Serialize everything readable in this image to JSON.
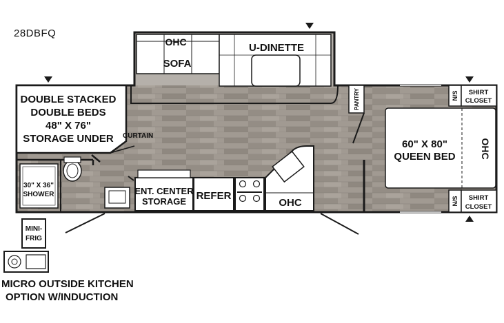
{
  "model": "28DBFQ",
  "labels": {
    "ohc_top": "OHC",
    "sofa": "SOFA",
    "u_dinette": "U-DINETTE",
    "bunk_1": "DOUBLE STACKED",
    "bunk_2": "DOUBLE BEDS",
    "bunk_3": "48\" X 76\"",
    "bunk_4": "STORAGE UNDER",
    "curtain": "CURTAIN",
    "shower_1": "30\" X 36\"",
    "shower_2": "SHOWER",
    "ent_1": "ENT. CENTER",
    "ent_2": "STORAGE",
    "refer": "REFER",
    "ohc_kitchen": "OHC",
    "pantry": "PANTRY",
    "ns_top": "N/S",
    "ns_bottom": "N/S",
    "shirt_top_1": "SHIRT",
    "shirt_top_2": "CLOSET",
    "shirt_bottom_1": "SHIRT",
    "shirt_bottom_2": "CLOSET",
    "queen_1": "60\" X 80\"",
    "queen_2": "QUEEN BED",
    "ohc_bedroom": "OHC",
    "mini_1": "MINI-",
    "mini_2": "FRIG"
  },
  "outside_kitchen": {
    "line1": "MICRO OUTSIDE KITCHEN",
    "line2": "OPTION W/INDUCTION"
  },
  "colors": {
    "floor": "#9b948c",
    "wall": "#1a1a1a",
    "slide_floor": "#b9b4ae"
  }
}
